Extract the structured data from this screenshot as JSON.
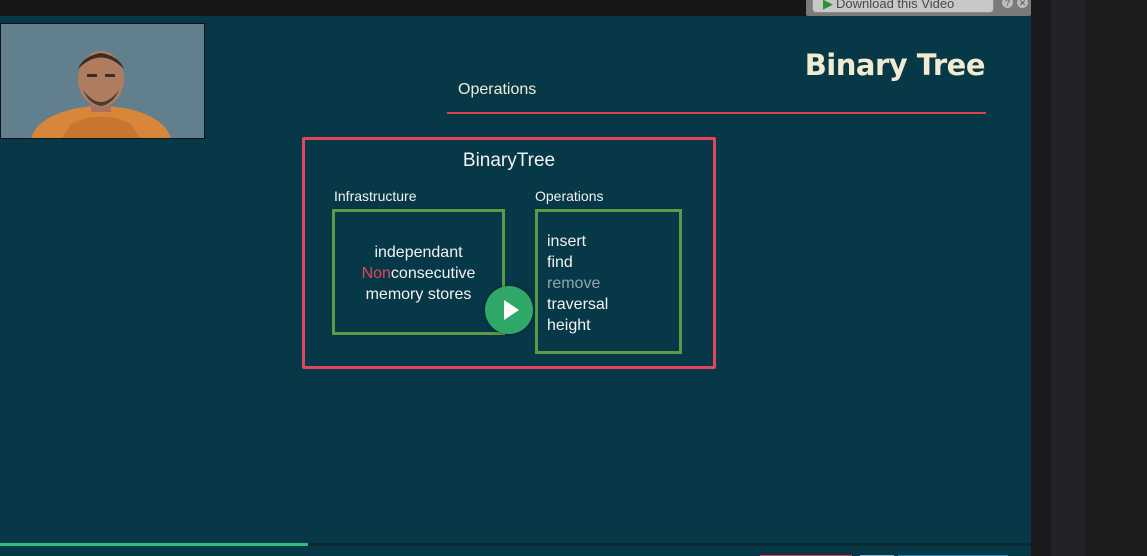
{
  "download": {
    "label": "Download this Video",
    "icons": [
      "help-icon",
      "close-icon"
    ]
  },
  "slide": {
    "title": "Binary Tree",
    "section": "Operations",
    "diagram": {
      "title": "BinaryTree",
      "infrastructure_label": "Infrastructure",
      "infrastructure_lines": {
        "line1": "independant",
        "line2_highlight": "Non",
        "line2_rest": "consecutive",
        "line3": "memory stores"
      },
      "operations_label": "Operations",
      "operations": [
        "insert",
        "find",
        "remove",
        "traversal",
        "height"
      ]
    }
  },
  "player": {
    "progress_fraction": 0.299
  },
  "colors": {
    "slide_bg": "#073847",
    "accent_red": "#e0475a",
    "box_green": "#5d9a46",
    "play_green": "#2fa86a",
    "progress_green": "#2fbf7a",
    "title_cream": "#f3ead2"
  }
}
